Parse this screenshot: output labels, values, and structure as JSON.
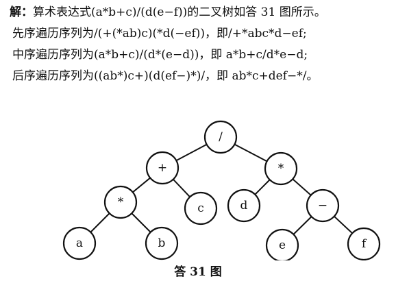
{
  "paragraph": {
    "line1_prefix": "解：",
    "line1_text": "算术表达式(a*b+c)/(d(e−f))的二叉树如答 31 图所示。",
    "line2_text": "先序遍历序列为/(+(*ab)c)(*d(−ef))，即/+*abc*d−ef;",
    "line3_text": "中序遍历序列为(a*b+c)/(d*(e−d))，即 a*b+c/d*e−d;",
    "line4_text": "后序遍历序列为((ab*)c+)(d(ef−)*)/，即 ab*c+def−*/。"
  },
  "tree": {
    "nodes": [
      {
        "id": "root",
        "label": "/"
      },
      {
        "id": "plus",
        "label": "+"
      },
      {
        "id": "mul-right",
        "label": "*"
      },
      {
        "id": "mul-left",
        "label": "*"
      },
      {
        "id": "c",
        "label": "c"
      },
      {
        "id": "d",
        "label": "d"
      },
      {
        "id": "minus",
        "label": "−"
      },
      {
        "id": "a",
        "label": "a"
      },
      {
        "id": "b",
        "label": "b"
      },
      {
        "id": "e",
        "label": "e"
      },
      {
        "id": "f",
        "label": "f"
      }
    ],
    "edges": [
      [
        "root",
        "plus"
      ],
      [
        "root",
        "mul-right"
      ],
      [
        "plus",
        "mul-left"
      ],
      [
        "plus",
        "c"
      ],
      [
        "mul-right",
        "d"
      ],
      [
        "mul-right",
        "minus"
      ],
      [
        "mul-left",
        "a"
      ],
      [
        "mul-left",
        "b"
      ],
      [
        "minus",
        "e"
      ],
      [
        "minus",
        "f"
      ]
    ]
  },
  "caption": "答 31 图"
}
